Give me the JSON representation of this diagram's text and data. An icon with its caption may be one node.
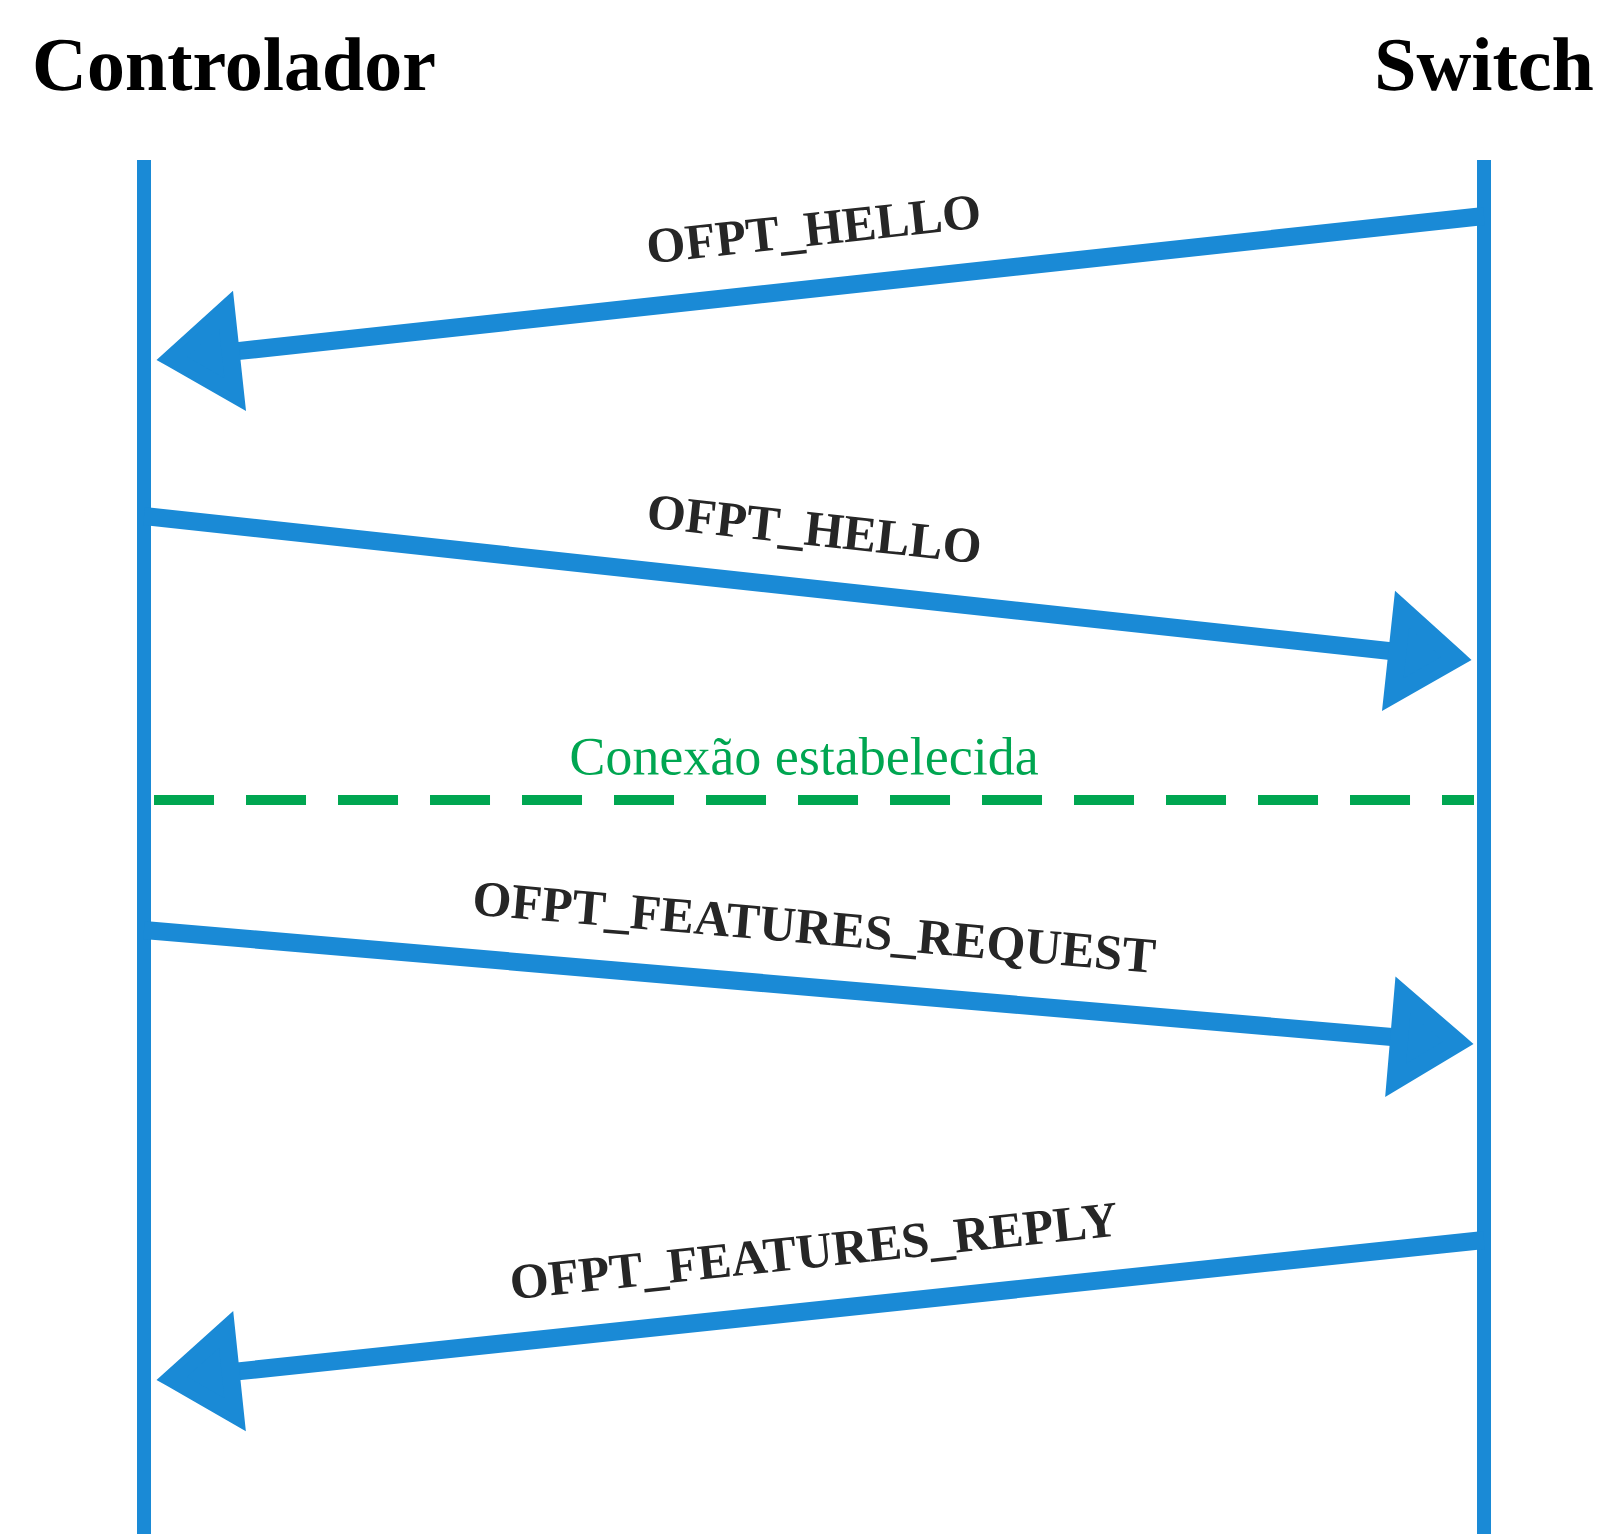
{
  "diagram": {
    "nodes": [
      {
        "text": [
          "Controlador"
        ]
      },
      {
        "text": [
          "Switch"
        ]
      }
    ],
    "edges": [
      {
        "from": 1,
        "to": 0,
        "arrow": "to",
        "label": "OFPT_HELLO"
      },
      {
        "from": 0,
        "to": 1,
        "arrow": "to",
        "label": "OFPT_HELLO"
      },
      {
        "from": 0,
        "to": 1,
        "arrow": "none",
        "label": "Conexão estabelecida",
        "style": "dashed",
        "color": "#00a651"
      },
      {
        "from": 0,
        "to": 1,
        "arrow": "to",
        "label": "OFPT_FEATURES_REQUEST"
      },
      {
        "from": 1,
        "to": 0,
        "arrow": "to",
        "label": "OFPT_FEATURES_REPLY"
      }
    ]
  }
}
